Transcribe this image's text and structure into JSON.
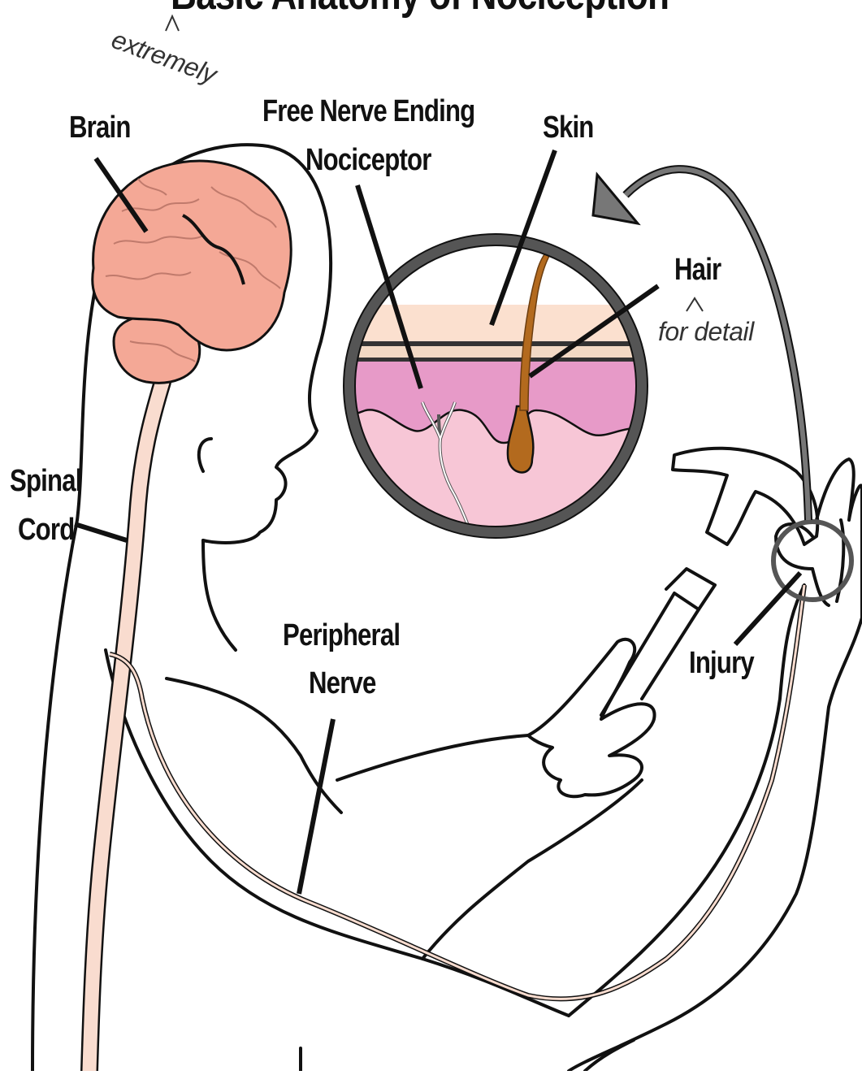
{
  "title": "Basic Anatomy of Nociception",
  "annotations": {
    "title_insert": "extremely",
    "hair_insert": "for detail"
  },
  "labels": {
    "brain": "Brain",
    "free_nerve_ending_line1": "Free Nerve Ending",
    "free_nerve_ending_line2": "Nociceptor",
    "skin": "Skin",
    "hair": "Hair",
    "spinal_cord_line1": "Spinal",
    "spinal_cord_line2": "Cord",
    "peripheral_nerve_line1": "Peripheral",
    "peripheral_nerve_line2": "Nerve",
    "injury": "Injury"
  },
  "colors": {
    "brain": "#f4a896",
    "brain_outline": "#c07a6c",
    "spinal_cord": "#f9dccf",
    "skin_epidermis": "#fbe0cf",
    "skin_dermis": "#e79ac8",
    "skin_subcutis": "#f7c6d6",
    "hair": "#b36a1e",
    "magnifier_ring": "#555555",
    "outline": "#111111"
  }
}
